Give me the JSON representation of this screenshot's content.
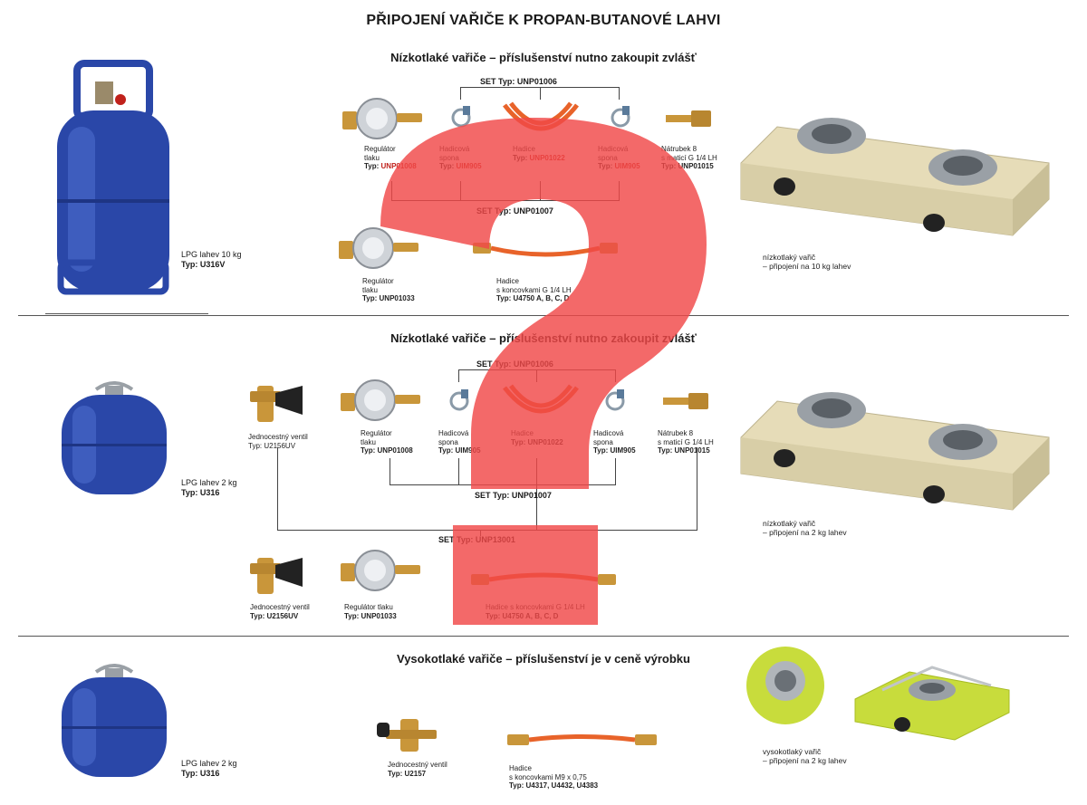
{
  "title": "PŘIPOJENÍ VAŘIČE K PROPAN-BUTANOVÉ LAHVI",
  "sections": {
    "s1": {
      "title": "Nízkotlaké vařiče – příslušenství nutno zakoupit zvlášť",
      "set_top": "SET Typ: UNP01006",
      "set_mid": "SET Typ: UNP01007",
      "cylinder": {
        "name": "LPG lahev 10 kg",
        "type": "Typ: U316V"
      },
      "items_row1": [
        {
          "name": "Regulátor\ntlaku",
          "type_prefix": "Typ: ",
          "type": "UNP01008"
        },
        {
          "name": "Hadicová\nspona",
          "type_prefix": "Typ: ",
          "type": "UIM905"
        },
        {
          "name": "Hadice",
          "type_prefix": "Typ: ",
          "type": "UNP01022"
        },
        {
          "name": "Hadicová\nspona",
          "type_prefix": "Typ: ",
          "type": "UIM905"
        },
        {
          "name": "Nátrubek 8\ns maticí G 1/4 LH",
          "type_prefix": "Typ: ",
          "type": "UNP01015"
        }
      ],
      "items_row2": [
        {
          "name": "Regulátor\ntlaku",
          "type": "Typ: UNP01033"
        },
        {
          "name": "Hadice\ns koncovkami G 1/4 LH",
          "type": "Typ: U4750 A, B, C, D"
        }
      ],
      "stove": "nízkotlaký vařič\n– připojení na 10 kg lahev"
    },
    "s2": {
      "title": "Nízkotlaké vařiče – příslušenství nutno zakoupit zvlášť",
      "set_top": "SET Typ: UNP01006",
      "set_mid": "SET Typ: UNP01007",
      "set_bottom": "SET Typ: UNP13001",
      "cylinder": {
        "name": "LPG lahev 2 kg",
        "type": "Typ: U316"
      },
      "valve": {
        "name": "Jednocestný ventil",
        "type": "Typ: U2156UV"
      },
      "items_row1": [
        {
          "name": "Regulátor\ntlaku",
          "type": "Typ: UNP01008"
        },
        {
          "name": "Hadicová\nspona",
          "type": "Typ: UIM905"
        },
        {
          "name": "Hadice",
          "type": "Typ: UNP01022"
        },
        {
          "name": "Hadicová\nspona",
          "type": "Typ: UIM905"
        },
        {
          "name": "Nátrubek 8\ns maticí G 1/4 LH",
          "type": "Typ: UNP01015"
        }
      ],
      "items_row2": [
        {
          "name": "Jednocestný ventil",
          "type": "Typ: U2156UV"
        },
        {
          "name": "Regulátor tlaku",
          "type": "Typ: UNP01033"
        },
        {
          "name": "Hadice s koncovkami G 1/4 LH",
          "type": "Typ: U4750 A, B, C, D"
        }
      ],
      "stove": "nízkotlaký vařič\n– připojení na 2 kg lahev"
    },
    "s3": {
      "title": "Vysokotlaké vařiče – příslušenství je v ceně výrobku",
      "cylinder": {
        "name": "LPG lahev 2 kg",
        "type": "Typ: U316"
      },
      "valve": {
        "name": "Jednocestný ventil",
        "type": "Typ: U2157"
      },
      "hose": {
        "name": "Hadice\ns koncovkami M9 x 0,75",
        "type": "Typ: U4317, U4432, U4383"
      },
      "stove": "vysokotlaký vařič\n– připojení na 2 kg lahev"
    }
  },
  "colors": {
    "cylinder": "#2a47a8",
    "hose": "#e8632a",
    "brass": "#c9963a",
    "stove": "#e6dcb8",
    "stove_green": "#c8dc3c",
    "question": "#f04848",
    "accent_red": "#c0211b"
  }
}
